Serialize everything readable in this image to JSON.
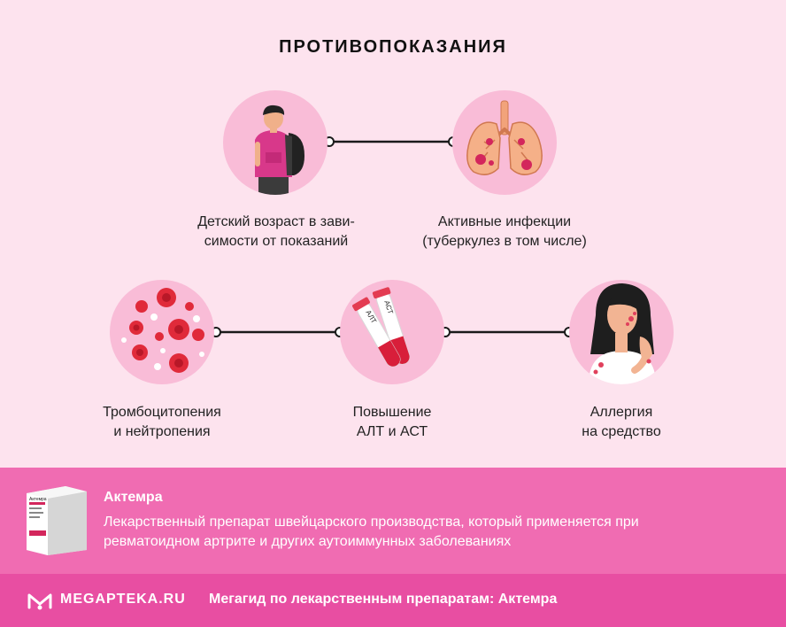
{
  "title": "ПРОТИВОПОКАЗАНИЯ",
  "items": [
    {
      "line1": "Детский возраст в зави-",
      "line2": "симости от показаний",
      "icon": "child-with-backpack-icon"
    },
    {
      "line1": "Активные инфекции",
      "line2": "(туберкулез в том числе)",
      "icon": "infected-lungs-icon"
    },
    {
      "line1": "Тромбоцитопения",
      "line2": "и нейтропения",
      "icon": "blood-cells-icon"
    },
    {
      "line1": "Повышение",
      "line2": "АЛТ и АСТ",
      "icon": "blood-test-tubes-icon"
    },
    {
      "line1": "Аллергия",
      "line2": "на средство",
      "icon": "allergic-woman-icon"
    }
  ],
  "tubes": {
    "label_1": "АСТ",
    "label_2": "АЛТ"
  },
  "drug": {
    "name": "Актемра",
    "description": "Лекарственный препарат швейцарского производства, который применяется при ревматоидном артрите и других аутоиммунных заболеваниях",
    "box_label": "Актемра"
  },
  "footer": {
    "brand": "MEGAPTEKA.RU",
    "text": "Мегагид по лекарственным препаратам: Актемра"
  },
  "colors": {
    "background": "#fde3ee",
    "circle": "#f9bcd7",
    "accent": "#e8439a",
    "band": "#f06cb2",
    "footer": "#e84ea2"
  }
}
